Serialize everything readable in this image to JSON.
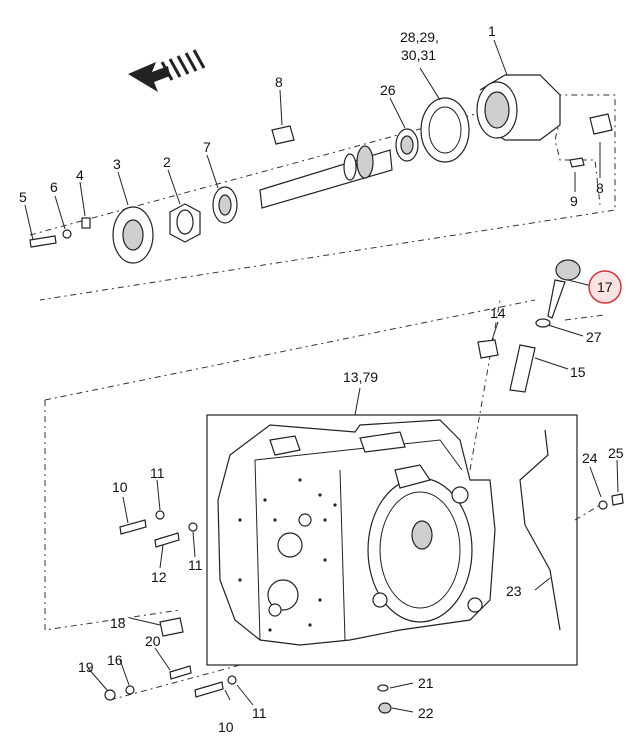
{
  "diagram": {
    "highlight_color": "#d9333a",
    "highlighted_part": "17",
    "callouts": [
      "1",
      "2",
      "3",
      "4",
      "5",
      "6",
      "7",
      "8",
      "8",
      "9",
      "10",
      "10",
      "11",
      "11",
      "11",
      "12",
      "13,79",
      "14",
      "15",
      "16",
      "17",
      "18",
      "19",
      "20",
      "21",
      "22",
      "23",
      "24",
      "25",
      "26",
      "27",
      "28,29,",
      "30,31"
    ]
  }
}
